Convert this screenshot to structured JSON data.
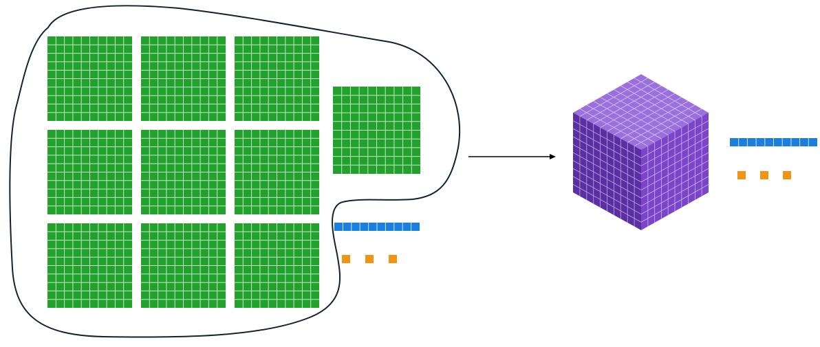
{
  "diagram": {
    "left_group": {
      "hundred_flats": 10,
      "grid_size": 10,
      "ten_rods": 1,
      "unit_cubes": 3
    },
    "right_group": {
      "thousand_cubes": 1,
      "cube_grid_size": 10,
      "ten_rods": 1,
      "unit_cubes": 3
    },
    "colors": {
      "hundred_flat": "#22a22c",
      "ten_rod": "#1b7fe0",
      "unit_cube": "#f29413",
      "cube_top": "#9b6fdc",
      "cube_left": "#5b2ea3",
      "cube_right": "#7a45c9",
      "grid_line": "#ffffff",
      "outline": "#0f2233",
      "arrow": "#000000"
    }
  }
}
